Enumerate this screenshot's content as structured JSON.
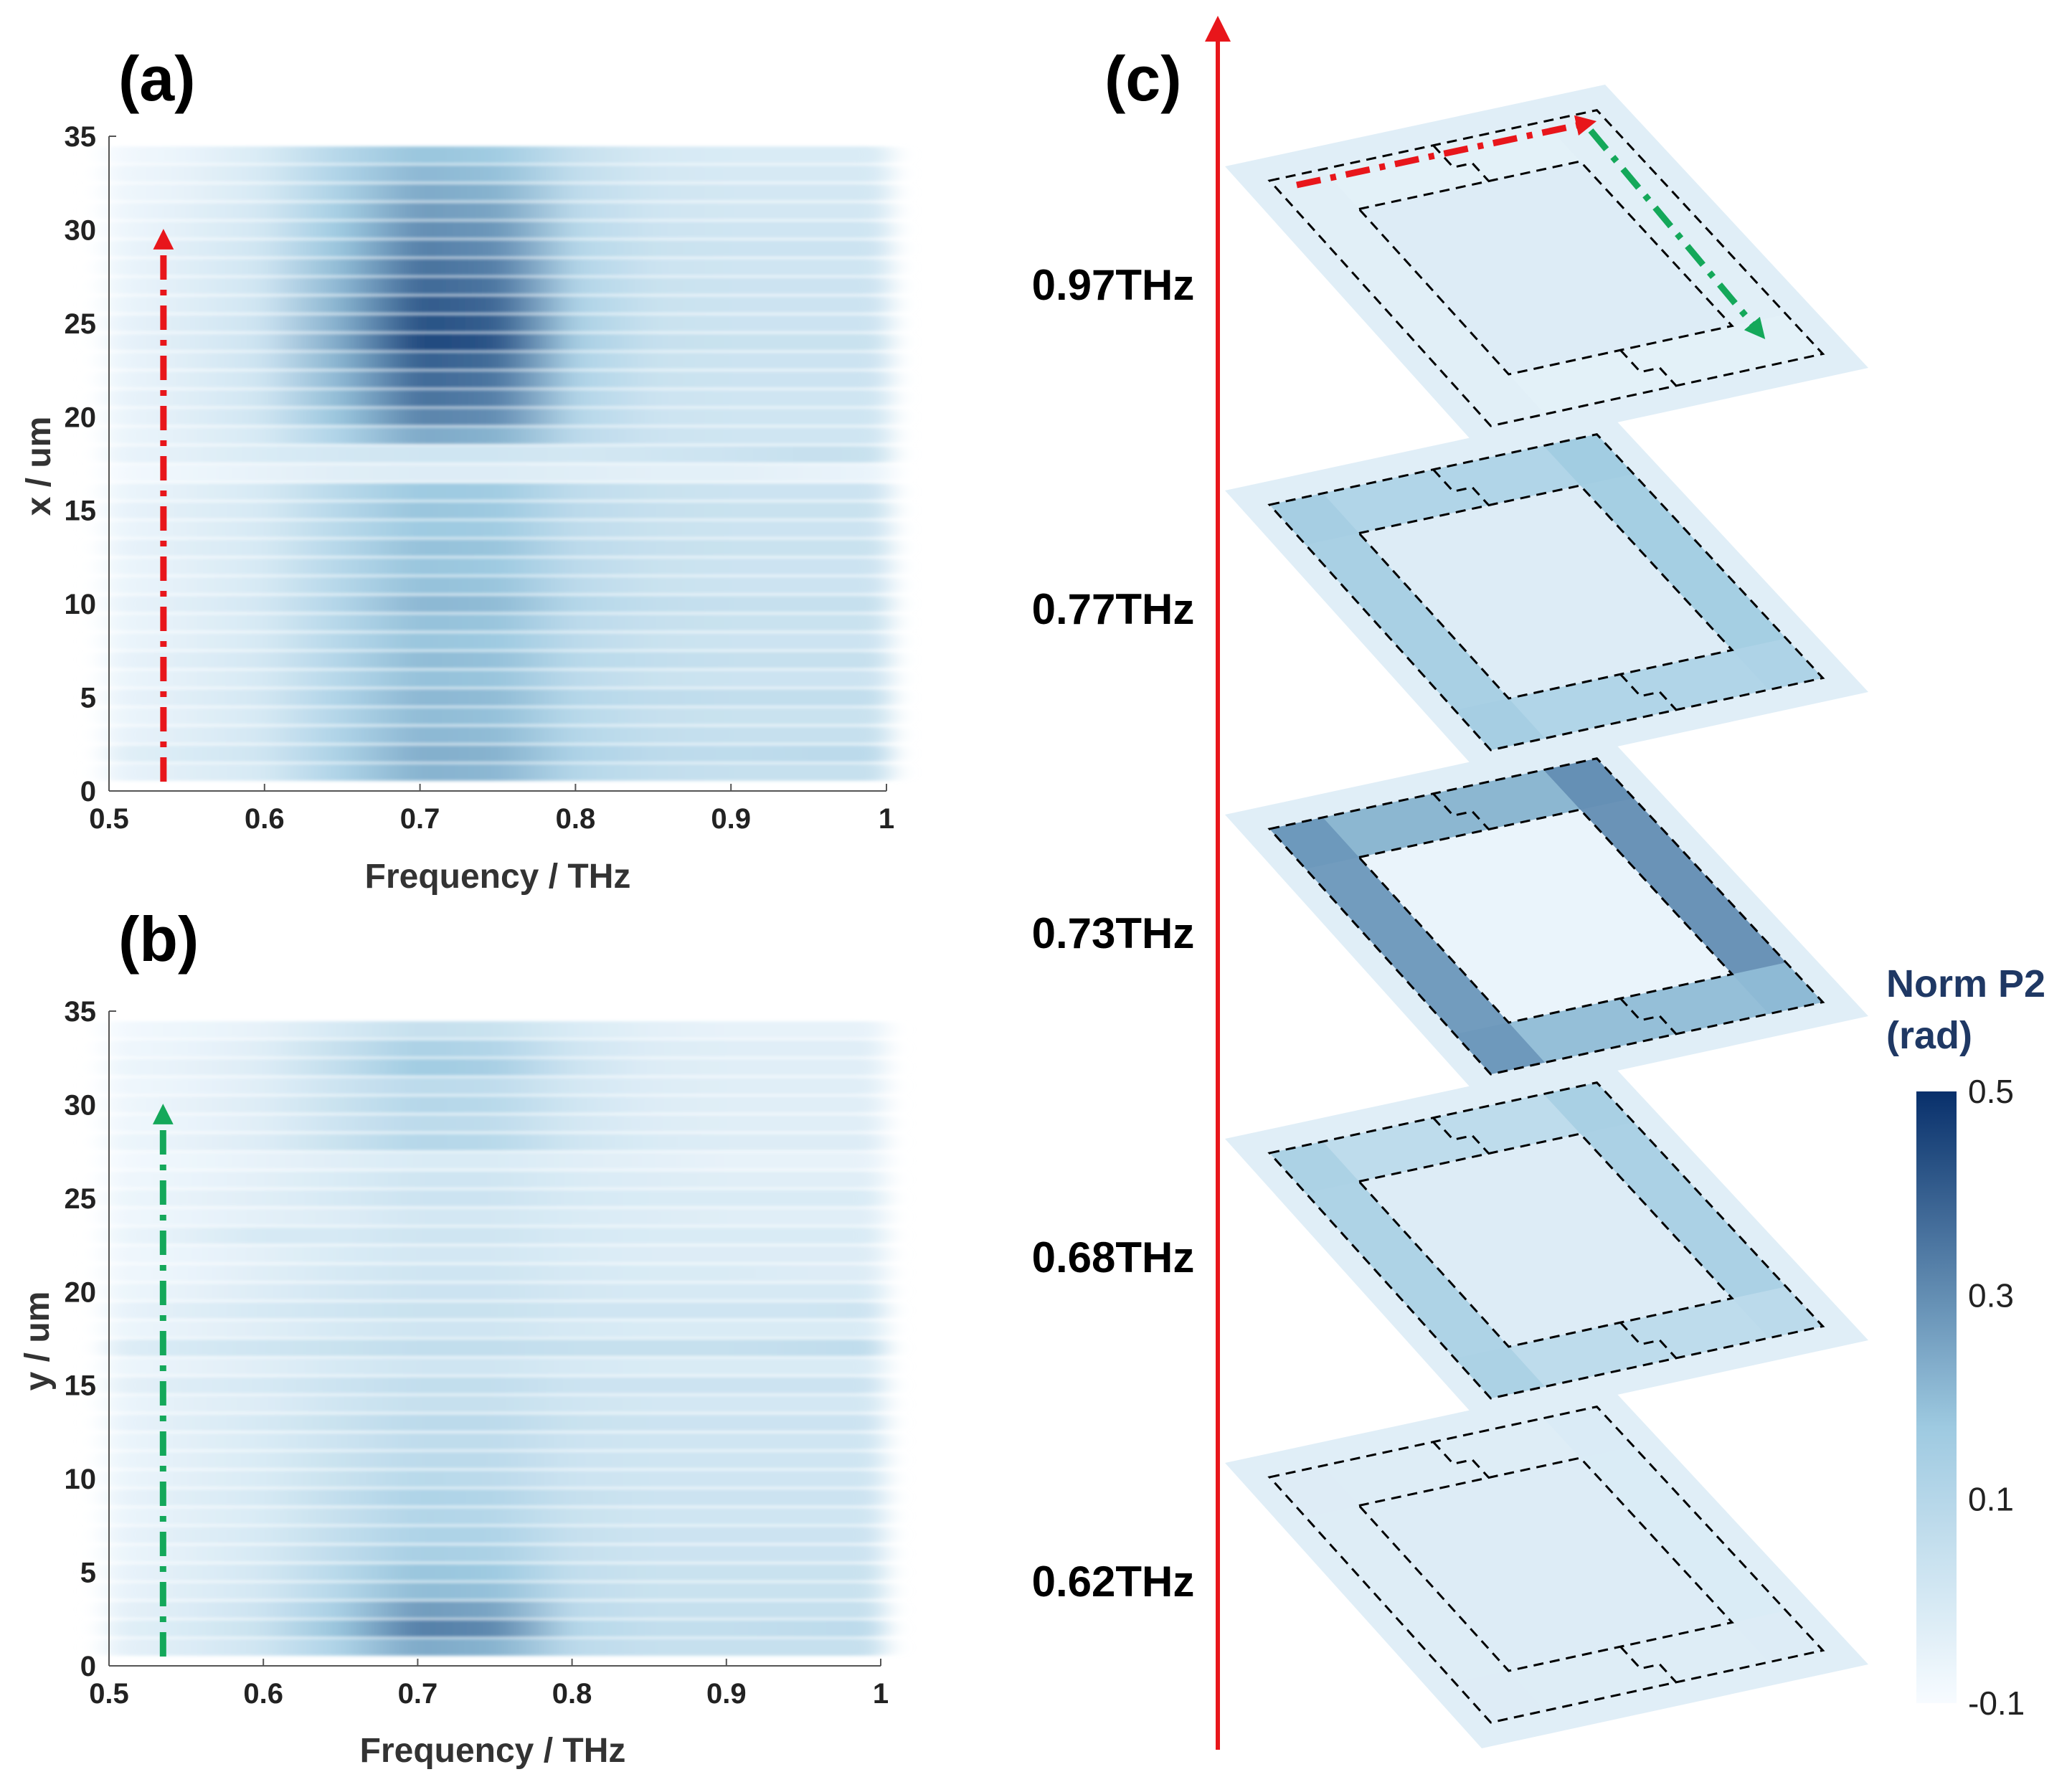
{
  "colors": {
    "arrow_red": "#e8161b",
    "arrow_green": "#14a85a",
    "cmap_low": "#f7fbff",
    "cmap_mid": "#9ecae1",
    "cmap_high": "#08306b",
    "outline": "#000000"
  },
  "chart_data": [
    {
      "type": "heatmap",
      "panel": "(a)",
      "xlabel": "Frequency / THz",
      "ylabel": "x / um",
      "xlim": [
        0.5,
        1.0
      ],
      "ylim": [
        0,
        35
      ],
      "xticks": [
        "0.5",
        "0.6",
        "0.7",
        "0.8",
        "0.9",
        "1"
      ],
      "yticks": [
        "0",
        "5",
        "10",
        "15",
        "20",
        "25",
        "30",
        "35"
      ],
      "frequency_THz": [
        0.5,
        0.55,
        0.6,
        0.65,
        0.7,
        0.75,
        0.8,
        0.85,
        0.9,
        0.95,
        1.0
      ],
      "position_um": [
        1,
        2,
        3,
        4,
        5,
        6,
        7,
        8,
        9,
        10,
        11,
        12,
        13,
        14,
        15,
        16,
        17,
        18,
        19,
        20,
        21,
        22,
        23,
        24,
        25,
        26,
        27,
        28,
        29,
        30,
        31,
        32,
        33,
        34
      ],
      "rows_norm_p2": [
        [
          -0.06,
          -0.03,
          0.0,
          0.12,
          0.22,
          0.21,
          0.1,
          0.06,
          0.05,
          0.05,
          0.05
        ],
        [
          -0.04,
          -0.01,
          0.02,
          0.13,
          0.23,
          0.22,
          0.12,
          0.08,
          0.07,
          0.08,
          0.08
        ],
        [
          -0.06,
          -0.03,
          0.01,
          0.12,
          0.21,
          0.2,
          0.1,
          0.06,
          0.05,
          0.05,
          0.05
        ],
        [
          -0.07,
          -0.04,
          0.0,
          0.11,
          0.2,
          0.19,
          0.09,
          0.05,
          0.04,
          0.04,
          0.04
        ],
        [
          -0.06,
          -0.03,
          0.01,
          0.12,
          0.21,
          0.2,
          0.1,
          0.07,
          0.06,
          0.06,
          0.06
        ],
        [
          -0.07,
          -0.04,
          0.0,
          0.1,
          0.19,
          0.18,
          0.08,
          0.04,
          0.03,
          0.03,
          0.03
        ],
        [
          -0.06,
          -0.03,
          0.01,
          0.11,
          0.2,
          0.19,
          0.09,
          0.06,
          0.05,
          0.05,
          0.05
        ],
        [
          -0.07,
          -0.04,
          0.0,
          0.1,
          0.18,
          0.17,
          0.08,
          0.04,
          0.03,
          0.03,
          0.03
        ],
        [
          -0.07,
          -0.04,
          0.0,
          0.1,
          0.19,
          0.18,
          0.08,
          0.05,
          0.04,
          0.04,
          0.04
        ],
        [
          -0.06,
          -0.03,
          0.01,
          0.11,
          0.21,
          0.2,
          0.1,
          0.06,
          0.05,
          0.05,
          0.05
        ],
        [
          -0.07,
          -0.04,
          0.0,
          0.1,
          0.19,
          0.18,
          0.08,
          0.04,
          0.03,
          0.03,
          0.03
        ],
        [
          -0.07,
          -0.04,
          0.0,
          0.1,
          0.18,
          0.17,
          0.08,
          0.04,
          0.03,
          0.03,
          0.03
        ],
        [
          -0.06,
          -0.03,
          0.0,
          0.1,
          0.19,
          0.18,
          0.08,
          0.05,
          0.04,
          0.04,
          0.04
        ],
        [
          -0.07,
          -0.04,
          0.0,
          0.09,
          0.17,
          0.16,
          0.07,
          0.04,
          0.03,
          0.03,
          0.03
        ],
        [
          -0.06,
          -0.03,
          0.0,
          0.1,
          0.18,
          0.17,
          0.08,
          0.05,
          0.04,
          0.04,
          0.04
        ],
        [
          -0.07,
          -0.04,
          0.0,
          0.09,
          0.17,
          0.16,
          0.07,
          0.04,
          0.03,
          0.03,
          0.03
        ],
        [
          -0.09,
          -0.07,
          -0.05,
          -0.03,
          -0.02,
          -0.02,
          -0.03,
          -0.04,
          -0.04,
          -0.05,
          -0.06
        ],
        [
          -0.06,
          -0.04,
          -0.01,
          0.01,
          0.02,
          0.02,
          0.01,
          0.02,
          0.03,
          0.05,
          0.04
        ],
        [
          -0.07,
          -0.04,
          0.0,
          0.12,
          0.24,
          0.22,
          0.08,
          0.03,
          0.02,
          0.02,
          0.02
        ],
        [
          -0.07,
          -0.03,
          0.02,
          0.18,
          0.32,
          0.3,
          0.1,
          0.03,
          0.02,
          0.02,
          0.02
        ],
        [
          -0.06,
          -0.03,
          0.02,
          0.2,
          0.36,
          0.33,
          0.11,
          0.03,
          0.02,
          0.02,
          0.02
        ],
        [
          -0.07,
          -0.03,
          0.02,
          0.21,
          0.38,
          0.35,
          0.12,
          0.04,
          0.03,
          0.03,
          0.03
        ],
        [
          -0.07,
          -0.03,
          0.03,
          0.22,
          0.4,
          0.37,
          0.12,
          0.04,
          0.03,
          0.03,
          0.03
        ],
        [
          -0.06,
          -0.02,
          0.03,
          0.24,
          0.45,
          0.42,
          0.14,
          0.05,
          0.04,
          0.04,
          0.04
        ],
        [
          -0.06,
          -0.02,
          0.03,
          0.23,
          0.43,
          0.4,
          0.13,
          0.04,
          0.03,
          0.03,
          0.03
        ],
        [
          -0.07,
          -0.03,
          0.02,
          0.22,
          0.41,
          0.38,
          0.12,
          0.04,
          0.03,
          0.03,
          0.03
        ],
        [
          -0.07,
          -0.03,
          0.02,
          0.21,
          0.38,
          0.35,
          0.11,
          0.04,
          0.03,
          0.03,
          0.03
        ],
        [
          -0.07,
          -0.03,
          0.02,
          0.2,
          0.36,
          0.33,
          0.11,
          0.03,
          0.02,
          0.02,
          0.02
        ],
        [
          -0.07,
          -0.03,
          0.02,
          0.18,
          0.33,
          0.3,
          0.1,
          0.04,
          0.03,
          0.03,
          0.03
        ],
        [
          -0.08,
          -0.04,
          0.01,
          0.17,
          0.3,
          0.28,
          0.09,
          0.03,
          0.02,
          0.02,
          0.02
        ],
        [
          -0.08,
          -0.04,
          0.01,
          0.15,
          0.27,
          0.25,
          0.08,
          0.02,
          0.01,
          0.01,
          0.01
        ],
        [
          -0.08,
          -0.05,
          0.0,
          0.13,
          0.24,
          0.22,
          0.07,
          0.02,
          0.01,
          0.01,
          0.01
        ],
        [
          -0.08,
          -0.05,
          0.0,
          0.12,
          0.21,
          0.19,
          0.06,
          0.01,
          0.0,
          0.0,
          0.0
        ],
        [
          -0.09,
          -0.06,
          -0.01,
          0.1,
          0.18,
          0.16,
          0.05,
          0.0,
          -0.01,
          -0.01,
          -0.01
        ]
      ],
      "arrow": {
        "color": "red",
        "freq_THz": 0.535,
        "from_um": 0.5,
        "to_um": 29.5
      }
    },
    {
      "type": "heatmap",
      "panel": "(b)",
      "xlabel": "Frequency / THz",
      "ylabel": "y / um",
      "xlim": [
        0.5,
        1.0
      ],
      "ylim": [
        0,
        35
      ],
      "xticks": [
        "0.5",
        "0.6",
        "0.7",
        "0.8",
        "0.9",
        "1"
      ],
      "yticks": [
        "0",
        "5",
        "10",
        "15",
        "20",
        "25",
        "30",
        "35"
      ],
      "frequency_THz": [
        0.5,
        0.55,
        0.6,
        0.65,
        0.7,
        0.75,
        0.8,
        0.85,
        0.9,
        0.95,
        1.0
      ],
      "position_um": [
        1,
        2,
        3,
        4,
        5,
        6,
        7,
        8,
        9,
        10,
        11,
        12,
        13,
        14,
        15,
        16,
        17,
        18,
        19,
        20,
        21,
        22,
        23,
        24,
        25,
        26,
        27,
        28,
        29,
        30,
        31,
        32,
        33,
        34
      ],
      "rows_norm_p2": [
        [
          -0.05,
          -0.02,
          0.02,
          0.12,
          0.24,
          0.22,
          0.08,
          0.05,
          0.05,
          0.05,
          0.05
        ],
        [
          -0.04,
          -0.01,
          0.04,
          0.18,
          0.33,
          0.31,
          0.1,
          0.06,
          0.06,
          0.07,
          0.08
        ],
        [
          -0.05,
          -0.02,
          0.03,
          0.14,
          0.27,
          0.25,
          0.08,
          0.05,
          0.05,
          0.05,
          0.05
        ],
        [
          -0.06,
          -0.03,
          0.01,
          0.1,
          0.2,
          0.19,
          0.07,
          0.04,
          0.04,
          0.04,
          0.04
        ],
        [
          -0.06,
          -0.03,
          0.01,
          0.09,
          0.18,
          0.17,
          0.06,
          0.04,
          0.04,
          0.04,
          0.04
        ],
        [
          -0.07,
          -0.04,
          0.0,
          0.07,
          0.14,
          0.13,
          0.05,
          0.03,
          0.03,
          0.03,
          0.03
        ],
        [
          -0.06,
          -0.03,
          0.0,
          0.06,
          0.12,
          0.12,
          0.05,
          0.03,
          0.03,
          0.03,
          0.03
        ],
        [
          -0.07,
          -0.04,
          -0.01,
          0.05,
          0.11,
          0.1,
          0.04,
          0.02,
          0.02,
          0.02,
          0.02
        ],
        [
          -0.06,
          -0.03,
          0.0,
          0.06,
          0.12,
          0.11,
          0.05,
          0.03,
          0.03,
          0.03,
          0.03
        ],
        [
          -0.07,
          -0.04,
          -0.01,
          0.04,
          0.09,
          0.08,
          0.03,
          0.02,
          0.02,
          0.02,
          0.02
        ],
        [
          -0.07,
          -0.04,
          -0.01,
          0.04,
          0.08,
          0.08,
          0.03,
          0.02,
          0.02,
          0.02,
          0.02
        ],
        [
          -0.07,
          -0.04,
          -0.01,
          0.03,
          0.07,
          0.07,
          0.03,
          0.02,
          0.02,
          0.02,
          0.02
        ],
        [
          -0.06,
          -0.03,
          0.0,
          0.04,
          0.08,
          0.08,
          0.04,
          0.03,
          0.03,
          0.03,
          0.03
        ],
        [
          -0.07,
          -0.04,
          -0.02,
          0.02,
          0.05,
          0.05,
          0.02,
          0.01,
          0.01,
          0.01,
          0.01
        ],
        [
          -0.05,
          -0.02,
          0.0,
          0.03,
          0.06,
          0.06,
          0.03,
          0.03,
          0.03,
          0.03,
          0.03
        ],
        [
          -0.07,
          -0.05,
          -0.03,
          0.0,
          0.02,
          0.02,
          0.0,
          -0.01,
          -0.01,
          -0.01,
          -0.01
        ],
        [
          -0.03,
          0.0,
          0.02,
          0.04,
          0.06,
          0.06,
          0.05,
          0.05,
          0.05,
          0.06,
          0.07
        ],
        [
          -0.07,
          -0.05,
          -0.03,
          0.0,
          0.02,
          0.02,
          0.0,
          -0.01,
          -0.01,
          -0.01,
          -0.01
        ],
        [
          -0.06,
          -0.03,
          0.0,
          0.02,
          0.04,
          0.04,
          0.02,
          0.02,
          0.02,
          0.02,
          0.03
        ],
        [
          -0.07,
          -0.05,
          -0.02,
          0.01,
          0.03,
          0.03,
          0.01,
          0.0,
          0.0,
          0.0,
          0.0
        ],
        [
          -0.08,
          -0.06,
          -0.03,
          0.0,
          0.02,
          0.02,
          0.0,
          -0.01,
          -0.01,
          -0.02,
          -0.02
        ],
        [
          -0.08,
          -0.06,
          -0.04,
          -0.01,
          0.01,
          0.01,
          -0.01,
          -0.02,
          -0.02,
          -0.02,
          -0.02
        ],
        [
          -0.07,
          -0.04,
          0.0,
          0.0,
          0.02,
          0.02,
          0.0,
          -0.01,
          -0.01,
          -0.01,
          -0.01
        ],
        [
          -0.08,
          -0.06,
          -0.04,
          -0.02,
          0.01,
          0.01,
          -0.01,
          -0.02,
          -0.03,
          -0.03,
          -0.03
        ],
        [
          -0.07,
          -0.05,
          -0.03,
          0.0,
          0.03,
          0.03,
          0.0,
          -0.01,
          -0.01,
          -0.01,
          -0.01
        ],
        [
          -0.08,
          -0.06,
          -0.04,
          -0.01,
          0.02,
          0.02,
          -0.01,
          -0.02,
          -0.03,
          -0.03,
          -0.03
        ],
        [
          -0.09,
          -0.07,
          -0.05,
          -0.03,
          -0.01,
          -0.01,
          -0.03,
          -0.04,
          -0.05,
          -0.05,
          -0.05
        ],
        [
          -0.07,
          -0.05,
          -0.02,
          0.04,
          0.1,
          0.09,
          0.02,
          -0.01,
          -0.02,
          -0.02,
          -0.02
        ],
        [
          -0.08,
          -0.06,
          -0.03,
          0.03,
          0.08,
          0.07,
          0.01,
          -0.02,
          -0.03,
          -0.03,
          -0.03
        ],
        [
          -0.08,
          -0.05,
          -0.02,
          0.04,
          0.1,
          0.09,
          0.02,
          -0.02,
          -0.03,
          -0.03,
          -0.03
        ],
        [
          -0.08,
          -0.06,
          -0.03,
          0.03,
          0.08,
          0.07,
          0.01,
          -0.02,
          -0.03,
          -0.03,
          -0.03
        ],
        [
          -0.07,
          -0.05,
          -0.02,
          0.06,
          0.16,
          0.14,
          0.03,
          -0.02,
          -0.03,
          -0.03,
          -0.03
        ],
        [
          -0.08,
          -0.06,
          -0.03,
          0.05,
          0.13,
          0.11,
          0.02,
          -0.02,
          -0.03,
          -0.03,
          -0.03
        ],
        [
          -0.09,
          -0.07,
          -0.05,
          0.0,
          0.05,
          0.04,
          -0.01,
          -0.04,
          -0.05,
          -0.05,
          -0.05
        ]
      ],
      "arrow": {
        "color": "green",
        "freq_THz": 0.535,
        "from_um": 0.5,
        "to_um": 29.5
      }
    },
    {
      "type": "surface-stack",
      "panel": "(c)",
      "layers": [
        {
          "label": "0.97THz",
          "bar_level": -0.04,
          "inner_level": -0.02,
          "bars": [
            -0.04,
            -0.03,
            -0.04,
            -0.03
          ]
        },
        {
          "label": "0.77THz",
          "bar_level": 0.14,
          "inner_level": -0.02,
          "bars": [
            0.12,
            0.16,
            0.12,
            0.15
          ]
        },
        {
          "label": "0.73THz",
          "bar_level": 0.22,
          "inner_level": -0.06,
          "bars": [
            0.22,
            0.3,
            0.2,
            0.28
          ]
        },
        {
          "label": "0.68THz",
          "bar_level": 0.1,
          "inner_level": -0.02,
          "bars": [
            0.08,
            0.14,
            0.08,
            0.13
          ]
        },
        {
          "label": "0.62THz",
          "bar_level": -0.02,
          "inner_level": -0.02,
          "bars": [
            -0.02,
            -0.01,
            -0.02,
            -0.02
          ]
        }
      ],
      "colorbar": {
        "title_lines": [
          "Norm P2",
          "(rad)"
        ],
        "min": -0.1,
        "max": 0.5,
        "ticks": [
          "0.5",
          "0.3",
          "0.1",
          "-0.1"
        ],
        "tick_values": [
          0.5,
          0.3,
          0.1,
          -0.1
        ]
      }
    }
  ]
}
